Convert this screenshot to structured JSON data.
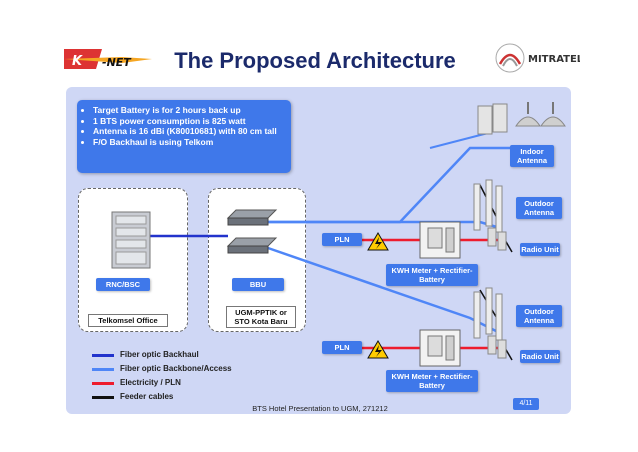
{
  "title": "The Proposed Architecture",
  "logos": {
    "left": "K-NET",
    "right": "MITRATEL"
  },
  "notes": [
    "Target Battery is for 2 hours back up",
    "1 BTS power consumption is 825 watt",
    "Antenna is 16 dBi (K80010681) with 80 cm tall",
    "F/O Backhaul is using Telkom"
  ],
  "labels": {
    "rnc_bsc": "RNC/BSC",
    "telkomsel_office": "Telkomsel Office",
    "bbu": "BBU",
    "ugm": "UGM-PPTIK or STO Kota Baru",
    "indoor_antenna": "Indoor Antenna",
    "outdoor_antenna_1": "Outdoor Antenna",
    "radio_unit_1": "Radio Unit",
    "outdoor_antenna_2": "Outdoor Antenna",
    "radio_unit_2": "Radio Unit",
    "pln_1": "PLN",
    "pln_2": "PLN",
    "kwh_1": "KWH Meter + Rectifier-Battery",
    "kwh_2": "KWH Meter + Rectifier-Battery"
  },
  "legend": [
    {
      "label": "Fiber optic Backhaul",
      "color": "#2233cc"
    },
    {
      "label": "Fiber optic Backbone/Access",
      "color": "#4f86f7"
    },
    {
      "label": "Electricity / PLN",
      "color": "#ee1c2e"
    },
    {
      "label": "Feeder cables",
      "color": "#111111"
    }
  ],
  "footer": "BTS Hotel Presentation to UGM, 271212",
  "page_number": "4/11"
}
